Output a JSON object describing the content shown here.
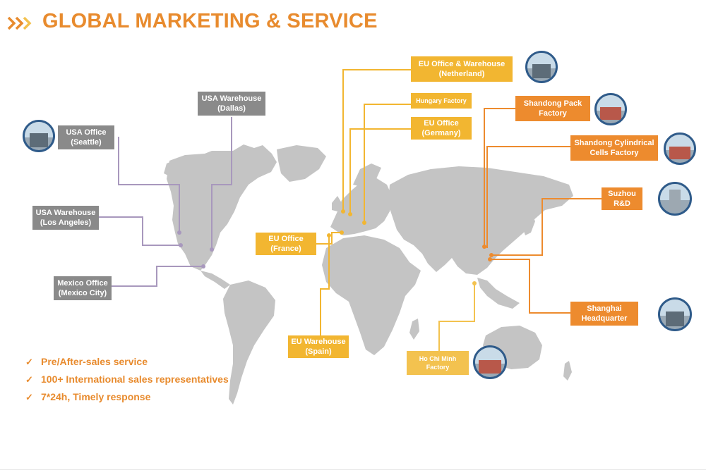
{
  "title": "GLOBAL MARKETING & SERVICE",
  "colors": {
    "accent": "#e88b2e",
    "gray": "#8a8a8a",
    "yellow": "#f2b631",
    "orange": "#ed8b2e",
    "land": "#c4c4c4"
  },
  "icons": [
    "double-chevron-icon",
    "check-icon",
    "building-photo-icon"
  ],
  "locations": {
    "usa_seattle": {
      "line1": "USA Office",
      "line2": "(Seattle)"
    },
    "usa_dallas": {
      "line1": "USA Warehouse",
      "line2": "(Dallas)"
    },
    "usa_la": {
      "line1": "USA Warehouse",
      "line2": "(Los Angeles)"
    },
    "mexico": {
      "line1": "Mexico Office",
      "line2": "(Mexico City)"
    },
    "eu_netherland": {
      "line1": "EU Office & Warehouse",
      "line2": "(Netherland)"
    },
    "hungary": {
      "line1": "Hungary Factory"
    },
    "eu_germany": {
      "line1": "EU Office",
      "line2": "(Germany)"
    },
    "eu_france": {
      "line1": "EU Office",
      "line2": "(France)"
    },
    "eu_spain": {
      "line1": "EU Warehouse",
      "line2": "(Spain)"
    },
    "shandong_pack": {
      "line1": "Shandong Pack",
      "line2": "Factory"
    },
    "shandong_cyl": {
      "line1": "Shandong Cylindrical",
      "line2": "Cells Factory"
    },
    "suzhou": {
      "line1": "Suzhou",
      "line2": "R&D"
    },
    "shanghai": {
      "line1": "Shanghai",
      "line2": "Headquarter"
    },
    "hochiminh": {
      "line1": "Ho Chi Minh",
      "line2": "Factory"
    }
  },
  "services": [
    "Pre/After-sales service",
    "100+ International sales representatives",
    "7*24h, Timely response"
  ]
}
